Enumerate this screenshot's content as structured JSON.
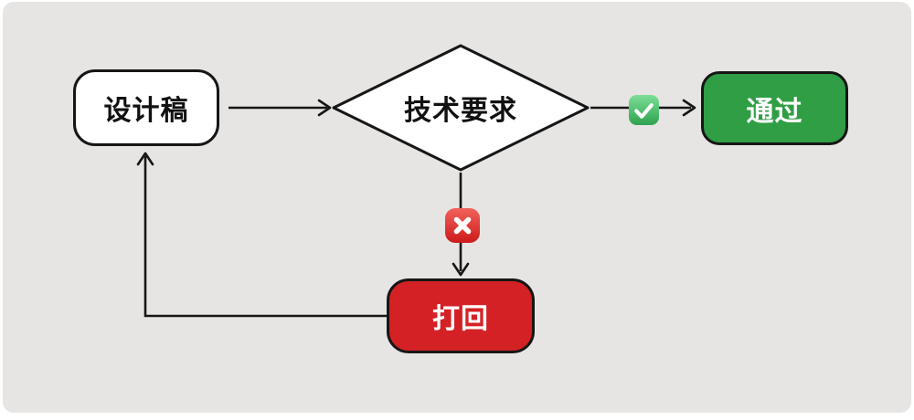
{
  "diagram": {
    "title": "design review flowchart",
    "canvas": {
      "background_color": "#e6e5e3",
      "frame_color": "#ffffff",
      "stroke_color": "#161616"
    },
    "nodes": {
      "design_draft": {
        "label": "设计稿",
        "shape": "rounded-rect",
        "fill": "#ffffff",
        "text_color": "#111111"
      },
      "decision": {
        "label": "技术要求",
        "shape": "diamond",
        "fill": "#ffffff",
        "text_color": "#111111"
      },
      "pass": {
        "label": "通过",
        "shape": "rounded-rect",
        "fill": "#2f9e44",
        "text_color": "#ffffff"
      },
      "reject": {
        "label": "打回",
        "shape": "rounded-rect",
        "fill": "#d42125",
        "text_color": "#ffffff"
      }
    },
    "edges": [
      {
        "from": "design_draft",
        "to": "decision",
        "marker": "none"
      },
      {
        "from": "decision",
        "to": "pass",
        "marker": "check-mark-button"
      },
      {
        "from": "decision",
        "to": "reject",
        "marker": "cross-mark-button"
      },
      {
        "from": "reject",
        "to": "design_draft",
        "marker": "none"
      }
    ],
    "icons": {
      "pass_icon": "check-mark-button",
      "reject_icon": "cross-mark-button"
    },
    "icon_colors": {
      "check_green_top": "#7ddf97",
      "check_green_bottom": "#2ea24f",
      "cross_red_top": "#f2625b",
      "cross_red_bottom": "#cd1a1b"
    }
  }
}
